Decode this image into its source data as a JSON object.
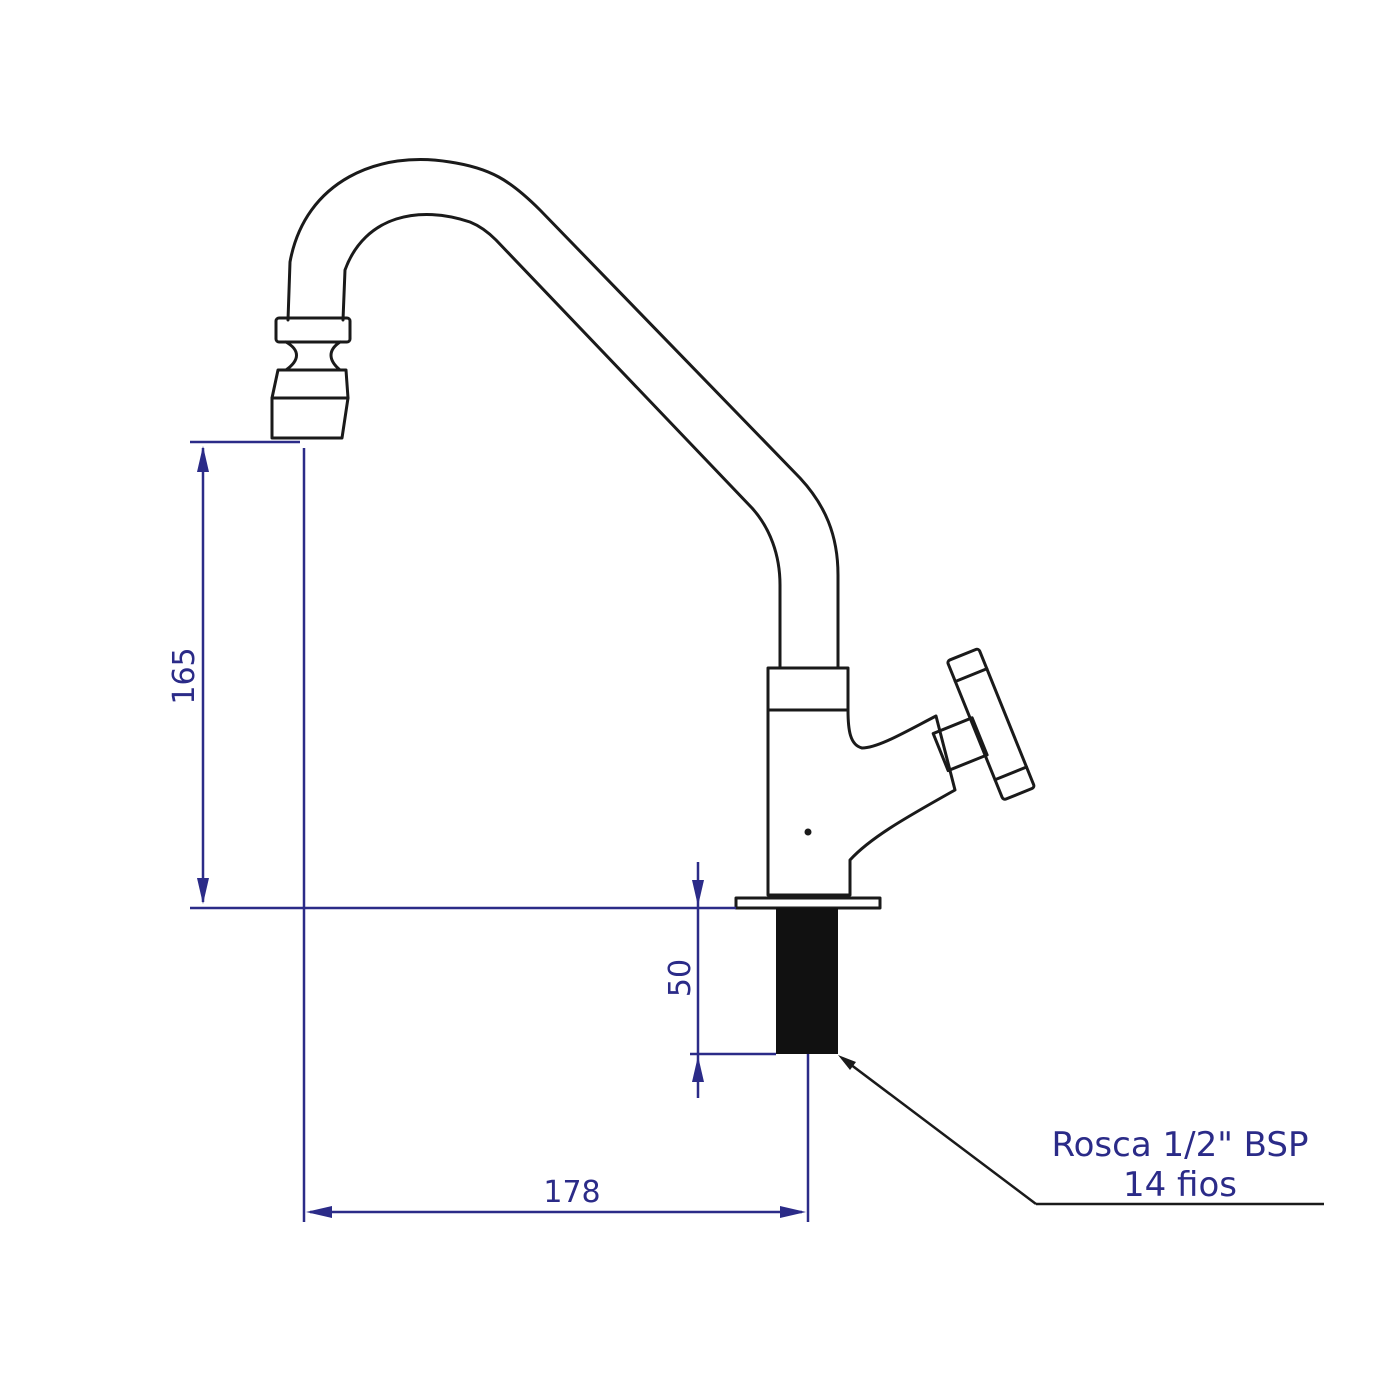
{
  "dimensions": {
    "spout_height": "165",
    "thread_length": "50",
    "spout_reach": "178"
  },
  "callout": {
    "line1": "Rosca 1/2\" BSP",
    "line2": "14 fios"
  },
  "colors": {
    "part": "#1a1a1a",
    "dimension": "#2b2b88",
    "thread_fill": "#111111",
    "background": "#ffffff"
  }
}
